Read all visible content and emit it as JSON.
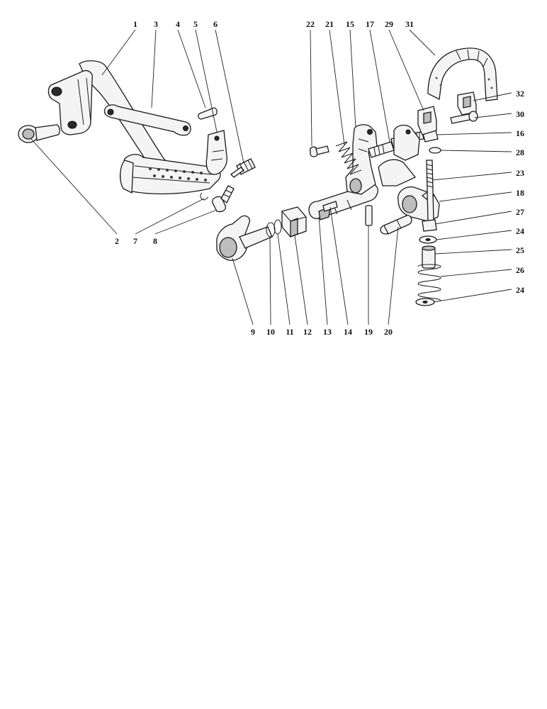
{
  "diagram": {
    "labels": [
      {
        "id": "1",
        "text": "1"
      },
      {
        "id": "3",
        "text": "3"
      },
      {
        "id": "4",
        "text": "4"
      },
      {
        "id": "5",
        "text": "5"
      },
      {
        "id": "6",
        "text": "6"
      },
      {
        "id": "2",
        "text": "2"
      },
      {
        "id": "7",
        "text": "7"
      },
      {
        "id": "8",
        "text": "8"
      },
      {
        "id": "22",
        "text": "22"
      },
      {
        "id": "21",
        "text": "21"
      },
      {
        "id": "15",
        "text": "15"
      },
      {
        "id": "17",
        "text": "17"
      },
      {
        "id": "29",
        "text": "29"
      },
      {
        "id": "31",
        "text": "31"
      },
      {
        "id": "32",
        "text": "32"
      },
      {
        "id": "30",
        "text": "30"
      },
      {
        "id": "16",
        "text": "16"
      },
      {
        "id": "28",
        "text": "28"
      },
      {
        "id": "23",
        "text": "23"
      },
      {
        "id": "18",
        "text": "18"
      },
      {
        "id": "27",
        "text": "27"
      },
      {
        "id": "24a",
        "text": "24"
      },
      {
        "id": "25",
        "text": "25"
      },
      {
        "id": "26",
        "text": "26"
      },
      {
        "id": "24b",
        "text": "24"
      },
      {
        "id": "9",
        "text": "9"
      },
      {
        "id": "10",
        "text": "10"
      },
      {
        "id": "11",
        "text": "11"
      },
      {
        "id": "12",
        "text": "12"
      },
      {
        "id": "13",
        "text": "13"
      },
      {
        "id": "14",
        "text": "14"
      },
      {
        "id": "19",
        "text": "19"
      },
      {
        "id": "20",
        "text": "20"
      }
    ]
  }
}
